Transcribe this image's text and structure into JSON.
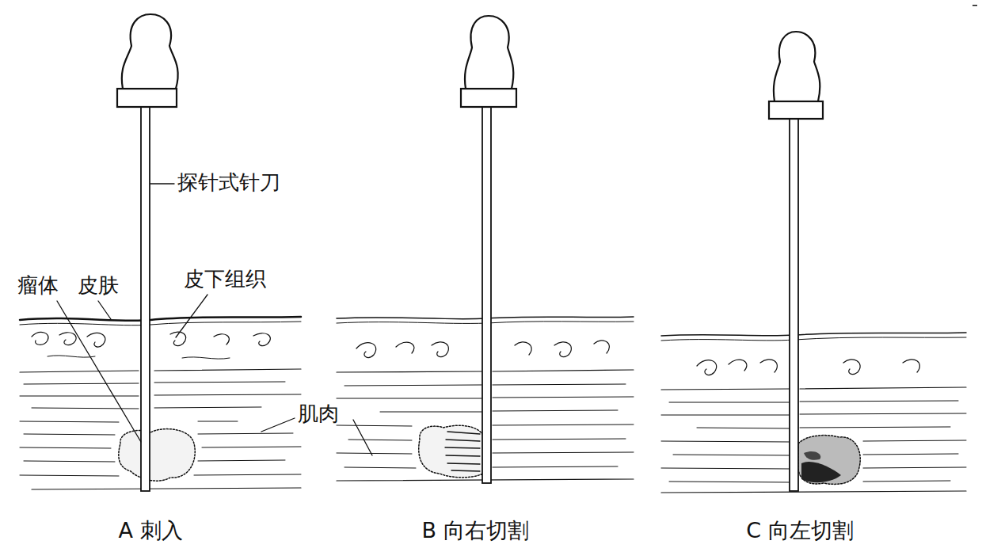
{
  "diagram": {
    "labels": [
      "探针式针刀",
      "瘤体",
      "皮肤",
      "皮下组织",
      "肌肉",
      "A 刺入",
      "B 向右切割",
      "C 向左切割"
    ]
  }
}
